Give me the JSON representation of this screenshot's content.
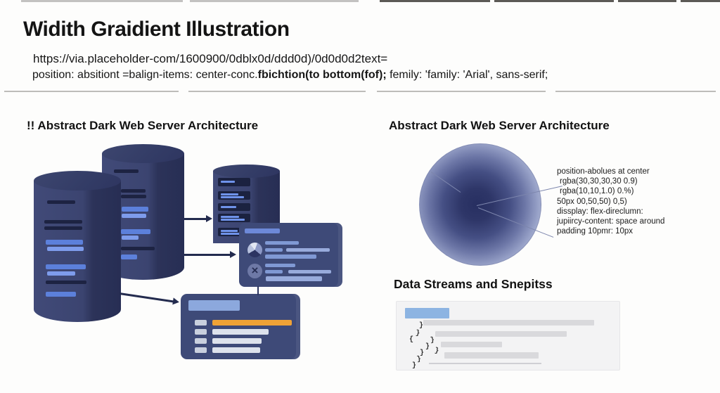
{
  "header": {
    "title": "Widith Graidient Illustration",
    "url_line": "https://via.placeholder-com/1600900/0dblx0d/ddd0d)/0d0d0d2text=",
    "css_normal": "position: absitiont =balign-items: center-conc.",
    "css_bold": "fbichtion(to bottom(fof);",
    "css_tail": " femily: 'family: 'Arial', sans-serif;"
  },
  "left_panel": {
    "heading": "!! Abstract Dark Web Server Architecture"
  },
  "right_panel": {
    "heading": "Abstract Dark Web Server Architecture",
    "annotations": [
      "position-abolues at center",
      "rgba(30,30,30,30 0.9)",
      "rgba(10,10,1.0) 0.%)",
      "50px 00,50,50) 0,5)",
      "dissplay: flex-direclumn:",
      "jupiircy-content: space around",
      "padding 10pmr: 10px"
    ],
    "streams_heading": "Data Streams and Snepitss"
  },
  "code_box": {
    "braces": [
      "}",
      "}",
      "{",
      "}",
      "}",
      "}",
      "}",
      "}",
      "}"
    ]
  },
  "icons": [
    "pie-chart-icon",
    "x-circle-icon"
  ],
  "colors": {
    "cylinder_navy": "#3b4470",
    "cylinder_shadow": "#272e54",
    "stripe_dark": "#1d2342",
    "stripe_blue": "#5c80db",
    "stripe_blue_light": "#7e9cec",
    "card_navy": "#3e4a78",
    "periwinkle_header": "#8ca8dd",
    "accent_orange": "#efa236",
    "arrow_navy": "#232b4e",
    "gradient_center": "#272f61",
    "gradient_edge": "#e9ebf4",
    "code_chip_blue": "#8db4e2",
    "code_bar_gray": "#d9d9dc"
  }
}
